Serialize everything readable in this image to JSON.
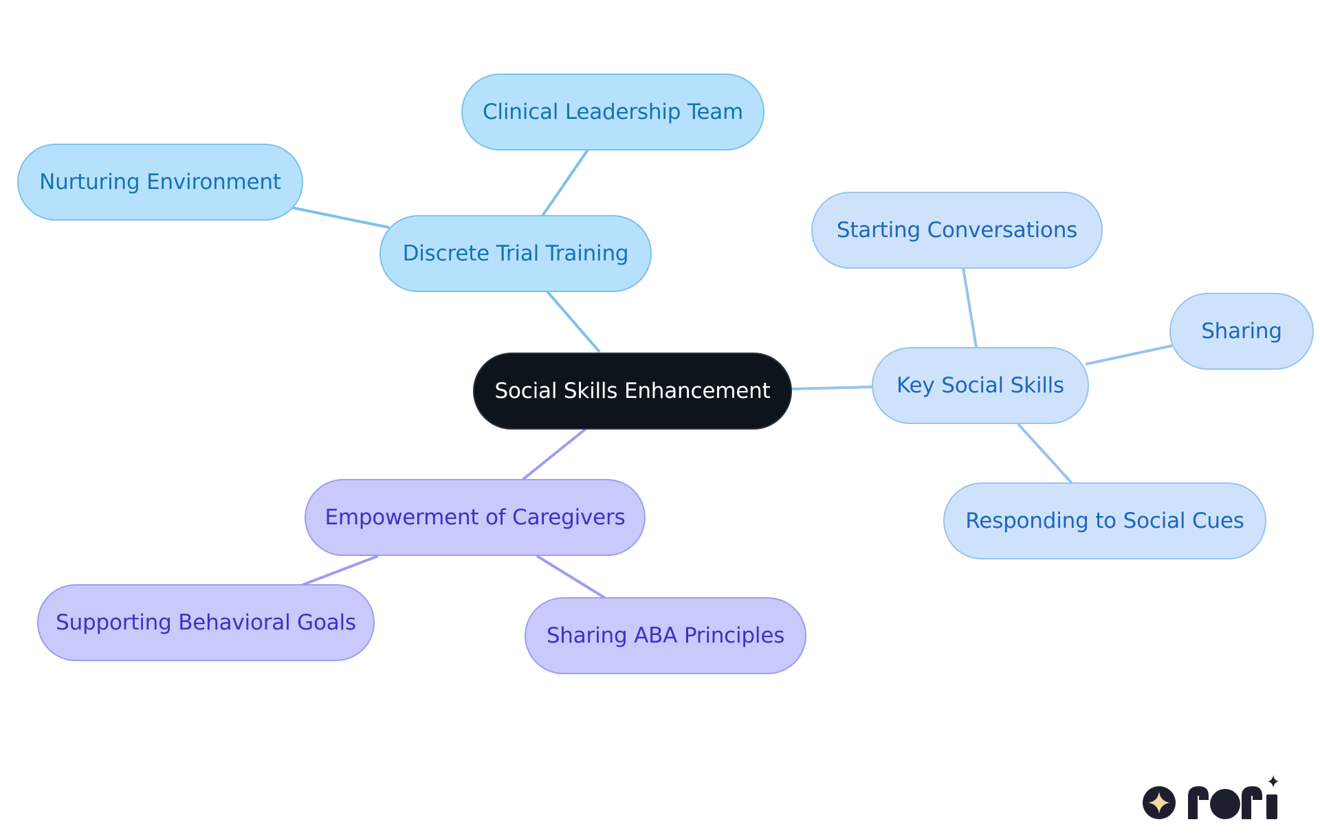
{
  "diagram": {
    "root": {
      "label": "Social Skills Enhancement"
    },
    "nodes": {
      "discrete_trial_training": "Discrete Trial Training",
      "clinical_leadership_team": "Clinical Leadership Team",
      "nurturing_environment": "Nurturing Environment",
      "key_social_skills": "Key Social Skills",
      "starting_conversations": "Starting Conversations",
      "sharing": "Sharing",
      "responding_to_social_cues": "Responding to Social Cues",
      "empowerment_of_caregivers": "Empowerment of Caregivers",
      "supporting_behavioral_goals": "Supporting Behavioral Goals",
      "sharing_aba_principles": "Sharing ABA Principles"
    },
    "edges": [
      [
        "root",
        "discrete_trial_training"
      ],
      [
        "discrete_trial_training",
        "clinical_leadership_team"
      ],
      [
        "discrete_trial_training",
        "nurturing_environment"
      ],
      [
        "root",
        "key_social_skills"
      ],
      [
        "key_social_skills",
        "starting_conversations"
      ],
      [
        "key_social_skills",
        "sharing"
      ],
      [
        "key_social_skills",
        "responding_to_social_cues"
      ],
      [
        "root",
        "empowerment_of_caregivers"
      ],
      [
        "empowerment_of_caregivers",
        "supporting_behavioral_goals"
      ],
      [
        "empowerment_of_caregivers",
        "sharing_aba_principles"
      ]
    ],
    "colors": {
      "root_fill": "#0e141c",
      "branch_blue_fill": "#b6e1fd",
      "branch_blue_text": "#1572b5",
      "branch_lightblue_fill": "#cee3fb",
      "branch_lightblue_text": "#1d66bd",
      "branch_purple_fill": "#c9c9fb",
      "branch_purple_text": "#3a33c4",
      "edge_blue": "#7cc1ea",
      "edge_lightblue": "#98c3ee",
      "edge_purple": "#9d9df0"
    }
  },
  "logo": {
    "icon": "sparkle-circle-icon",
    "accent_color": "#f5d9a0"
  }
}
